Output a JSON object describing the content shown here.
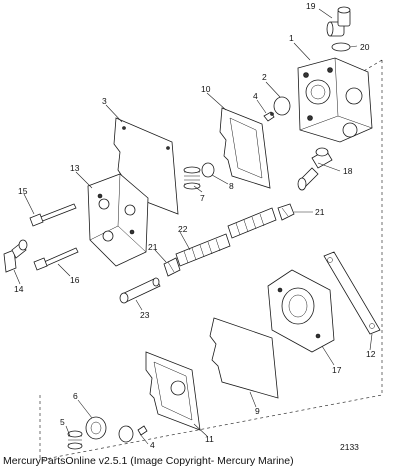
{
  "diagram": {
    "callouts": [
      "1",
      "2",
      "3",
      "4",
      "5",
      "6",
      "7",
      "8",
      "9",
      "10",
      "11",
      "12",
      "13",
      "14",
      "15",
      "16",
      "17",
      "18",
      "19",
      "20",
      "21",
      "22",
      "23"
    ],
    "diagram_number": "2133",
    "footer_text": "MercuryPartsOnline v2.5.1 (Image Copyright- Mercury Marine)"
  }
}
